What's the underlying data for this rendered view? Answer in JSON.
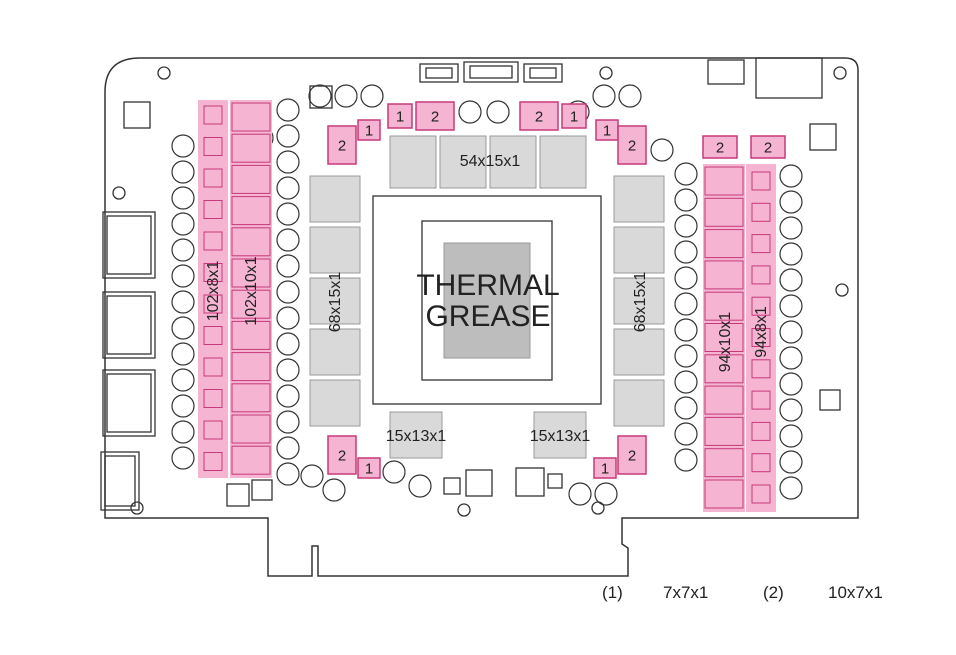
{
  "colors": {
    "pad_pink": "#f4b4d2",
    "pad_border": "#c8387a",
    "gray_pad": "#d9d9d9",
    "grease": "#bdbdbd",
    "outline": "#333333"
  },
  "labels": {
    "top_gray": "54x15x1",
    "left_gray": "68x15x1",
    "right_gray": "68x15x1",
    "small_left": "15x13x1",
    "small_right": "15x13x1",
    "left_narrow_strip": "102x8x1",
    "left_wide_strip": "102x10x1",
    "right_wide_strip": "94x10x1",
    "right_narrow_strip": "94x8x1",
    "grease_line1": "THERMAL",
    "grease_line2": "GREASE",
    "pad_one": "1",
    "pad_two": "2"
  },
  "legend": {
    "item1_key": "(1)",
    "item1_value": "7x7x1",
    "item2_key": "(2)",
    "item2_value": "10x7x1"
  }
}
